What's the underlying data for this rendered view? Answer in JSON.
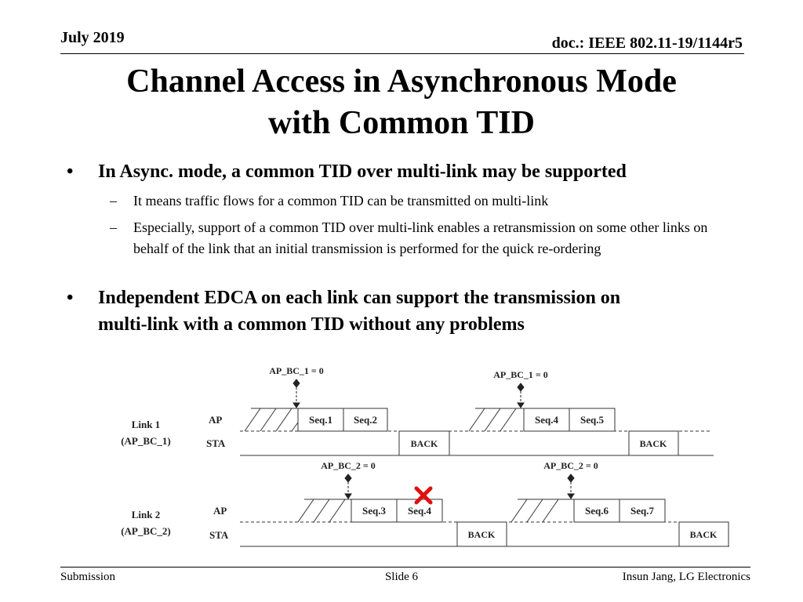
{
  "header": {
    "date": "July 2019",
    "doc_id": "doc.: IEEE 802.11-19/1144r5"
  },
  "title": {
    "line1": "Channel Access in Asynchronous Mode",
    "line2": "with Common TID"
  },
  "bullets": [
    {
      "text": "In Async. mode, a common TID over multi-link may be supported",
      "subs": [
        "It means traffic flows for a common TID can be transmitted on multi-link",
        "Especially, support of a common TID over multi-link enables a retransmission on some other links on behalf of the link that an initial transmission is performed for the quick re-ordering"
      ]
    },
    {
      "line1": "Independent EDCA on each link can support the transmission on",
      "line2": "multi-link with a common TID without any problems"
    }
  ],
  "diagram": {
    "link1": {
      "name": "Link 1",
      "bc": "(AP_BC_1)",
      "ap": "AP",
      "sta": "STA"
    },
    "link2": {
      "name": "Link 2",
      "bc": "(AP_BC_2)",
      "ap": "AP",
      "sta": "STA"
    },
    "counter1a": "AP_BC_1 = 0",
    "counter1b": "AP_BC_1 = 0",
    "counter2a": "AP_BC_2 = 0",
    "counter2b": "AP_BC_2 = 0",
    "frames": {
      "seq1": "Seq.1",
      "seq2": "Seq.2",
      "seq3": "Seq.3",
      "seq4_fail": "Seq.4",
      "seq4": "Seq.4",
      "seq5": "Seq.5",
      "seq6": "Seq.6",
      "seq7": "Seq.7"
    },
    "back": "BACK",
    "failure_color": "#e01010"
  },
  "footer": {
    "left": "Submission",
    "center": "Slide 6",
    "right": "Insun Jang, LG Electronics"
  }
}
